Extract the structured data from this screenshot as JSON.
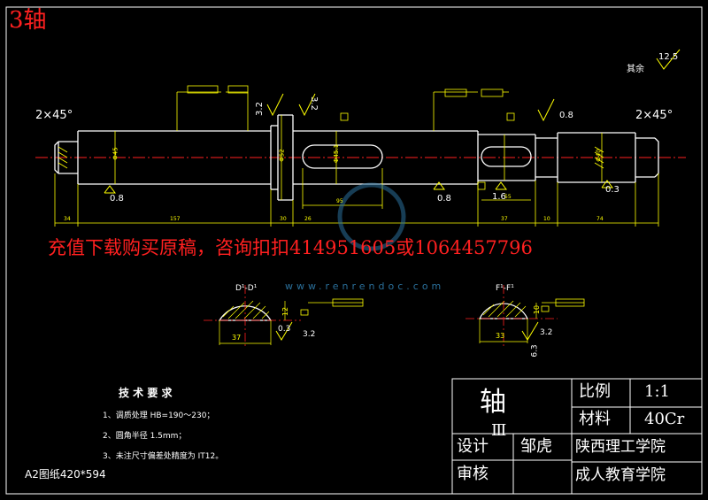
{
  "title": "3轴",
  "watermark": "充值下载购买原稿，咨询扣扣414951605或1064457796",
  "watermark_url": "www.renrendoc.com",
  "chamfer_left": "2×45°",
  "chamfer_right": "2×45°",
  "surface_finish": {
    "other_label": "其余",
    "other_value": "12.5",
    "r32a": "3.2",
    "r32b": "3.2",
    "r08a": "0.8",
    "r08b": "0.8",
    "r08c": "0.8",
    "r16": "1.6",
    "r03": "0.3",
    "sec1_r": "0.3",
    "sec1_r2": "3.2",
    "sec2_r": "3.2",
    "sec2_r2": "6.3"
  },
  "dimensions": {
    "d_left": "Φ45",
    "d_mid": "Φ52",
    "d_key": "Φ45.1",
    "d_right": "Φ40",
    "l1": "34",
    "l2": "157",
    "l3": "30",
    "l4": "26",
    "l5": "95",
    "l6": "37",
    "l7": "55",
    "l8": "74",
    "l9": "10"
  },
  "sections": {
    "sec1_title": "D¹-D¹",
    "sec1_width": "37",
    "sec1_depth": "12",
    "sec2_title": "F¹-F¹",
    "sec2_width": "33",
    "sec2_depth": "10"
  },
  "tech_req": {
    "heading": "技 术 要 求",
    "items": [
      "1、调质处理 HB=190～230；",
      "2、圆角半径 1.5mm；",
      "3、未注尺寸偏差处精度为 IT12。"
    ]
  },
  "paper_size": "A2图纸420*594",
  "title_block": {
    "part_name": "轴",
    "part_name_sub": "Ⅲ",
    "scale_label": "比例",
    "scale_value": "1:1",
    "material_label": "材料",
    "material_value": "40Cr",
    "design_label": "设计",
    "designer": "邹虎",
    "review_label": "审核",
    "school_line1": "陕西理工学院",
    "school_line2": "成人教育学院"
  },
  "colors": {
    "outline": "#ffffff",
    "dimension": "#ffff00",
    "center": "#ff2020",
    "hatch": "#ffff00",
    "frame": "#ffffff",
    "title": "#ff2020"
  }
}
